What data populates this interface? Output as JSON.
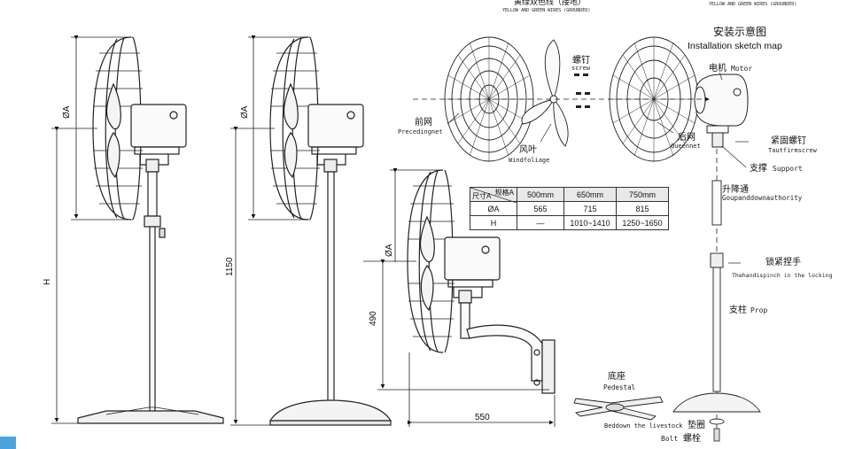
{
  "top_labels": {
    "center_cn": "黄绿双色线（接地）",
    "center_en": "YELLOW AND GREEN WIRES (GROUNDED)",
    "right_en": "YELLOW AND GREEN WIRES (GROUNDED)"
  },
  "dimensions": {
    "diameter_a": "ØA",
    "height_h": "H",
    "fixed_height": "1150",
    "wall_height": "490",
    "wall_depth": "550"
  },
  "sketch": {
    "title_cn": "安装示意图",
    "title_en": "Installation sketch map",
    "front_net_cn": "前网",
    "front_net_en": "Precedingnet",
    "screw_cn": "螺钉",
    "screw_en": "screw",
    "blade_cn": "风叶",
    "blade_en": "Windfoliage",
    "rear_net_cn": "后网",
    "rear_net_en": "Queennet",
    "motor_cn": "电机",
    "motor_en": "Motor",
    "taut_cn": "紧固螺钉",
    "taut_en": "Tautfirmscrew",
    "support_cn": "支撑",
    "support_en": "Support",
    "lift_cn": "升降通",
    "lift_en": "Goupanddownauthority",
    "lock_cn": "锁紧捏手",
    "lock_en": "Thehandispinch in the locking",
    "prop_cn": "支柱",
    "prop_en": "Prop",
    "pedestal_cn": "底座",
    "pedestal_en": "Pedestal",
    "bed_en": "Beddown the livestock",
    "washer_cn": "垫圈",
    "bolt_en": "Bolt",
    "bolt_cn": "螺栓"
  },
  "table": {
    "corner_top": "规格A",
    "corner_bottom": "尺寸A",
    "headers": [
      "500mm",
      "650mm",
      "750mm"
    ],
    "rows": [
      {
        "label": "ØA",
        "values": [
          "565",
          "715",
          "815"
        ]
      },
      {
        "label": "H",
        "values": [
          "—",
          "1010~1410",
          "1250~1650"
        ]
      }
    ]
  }
}
